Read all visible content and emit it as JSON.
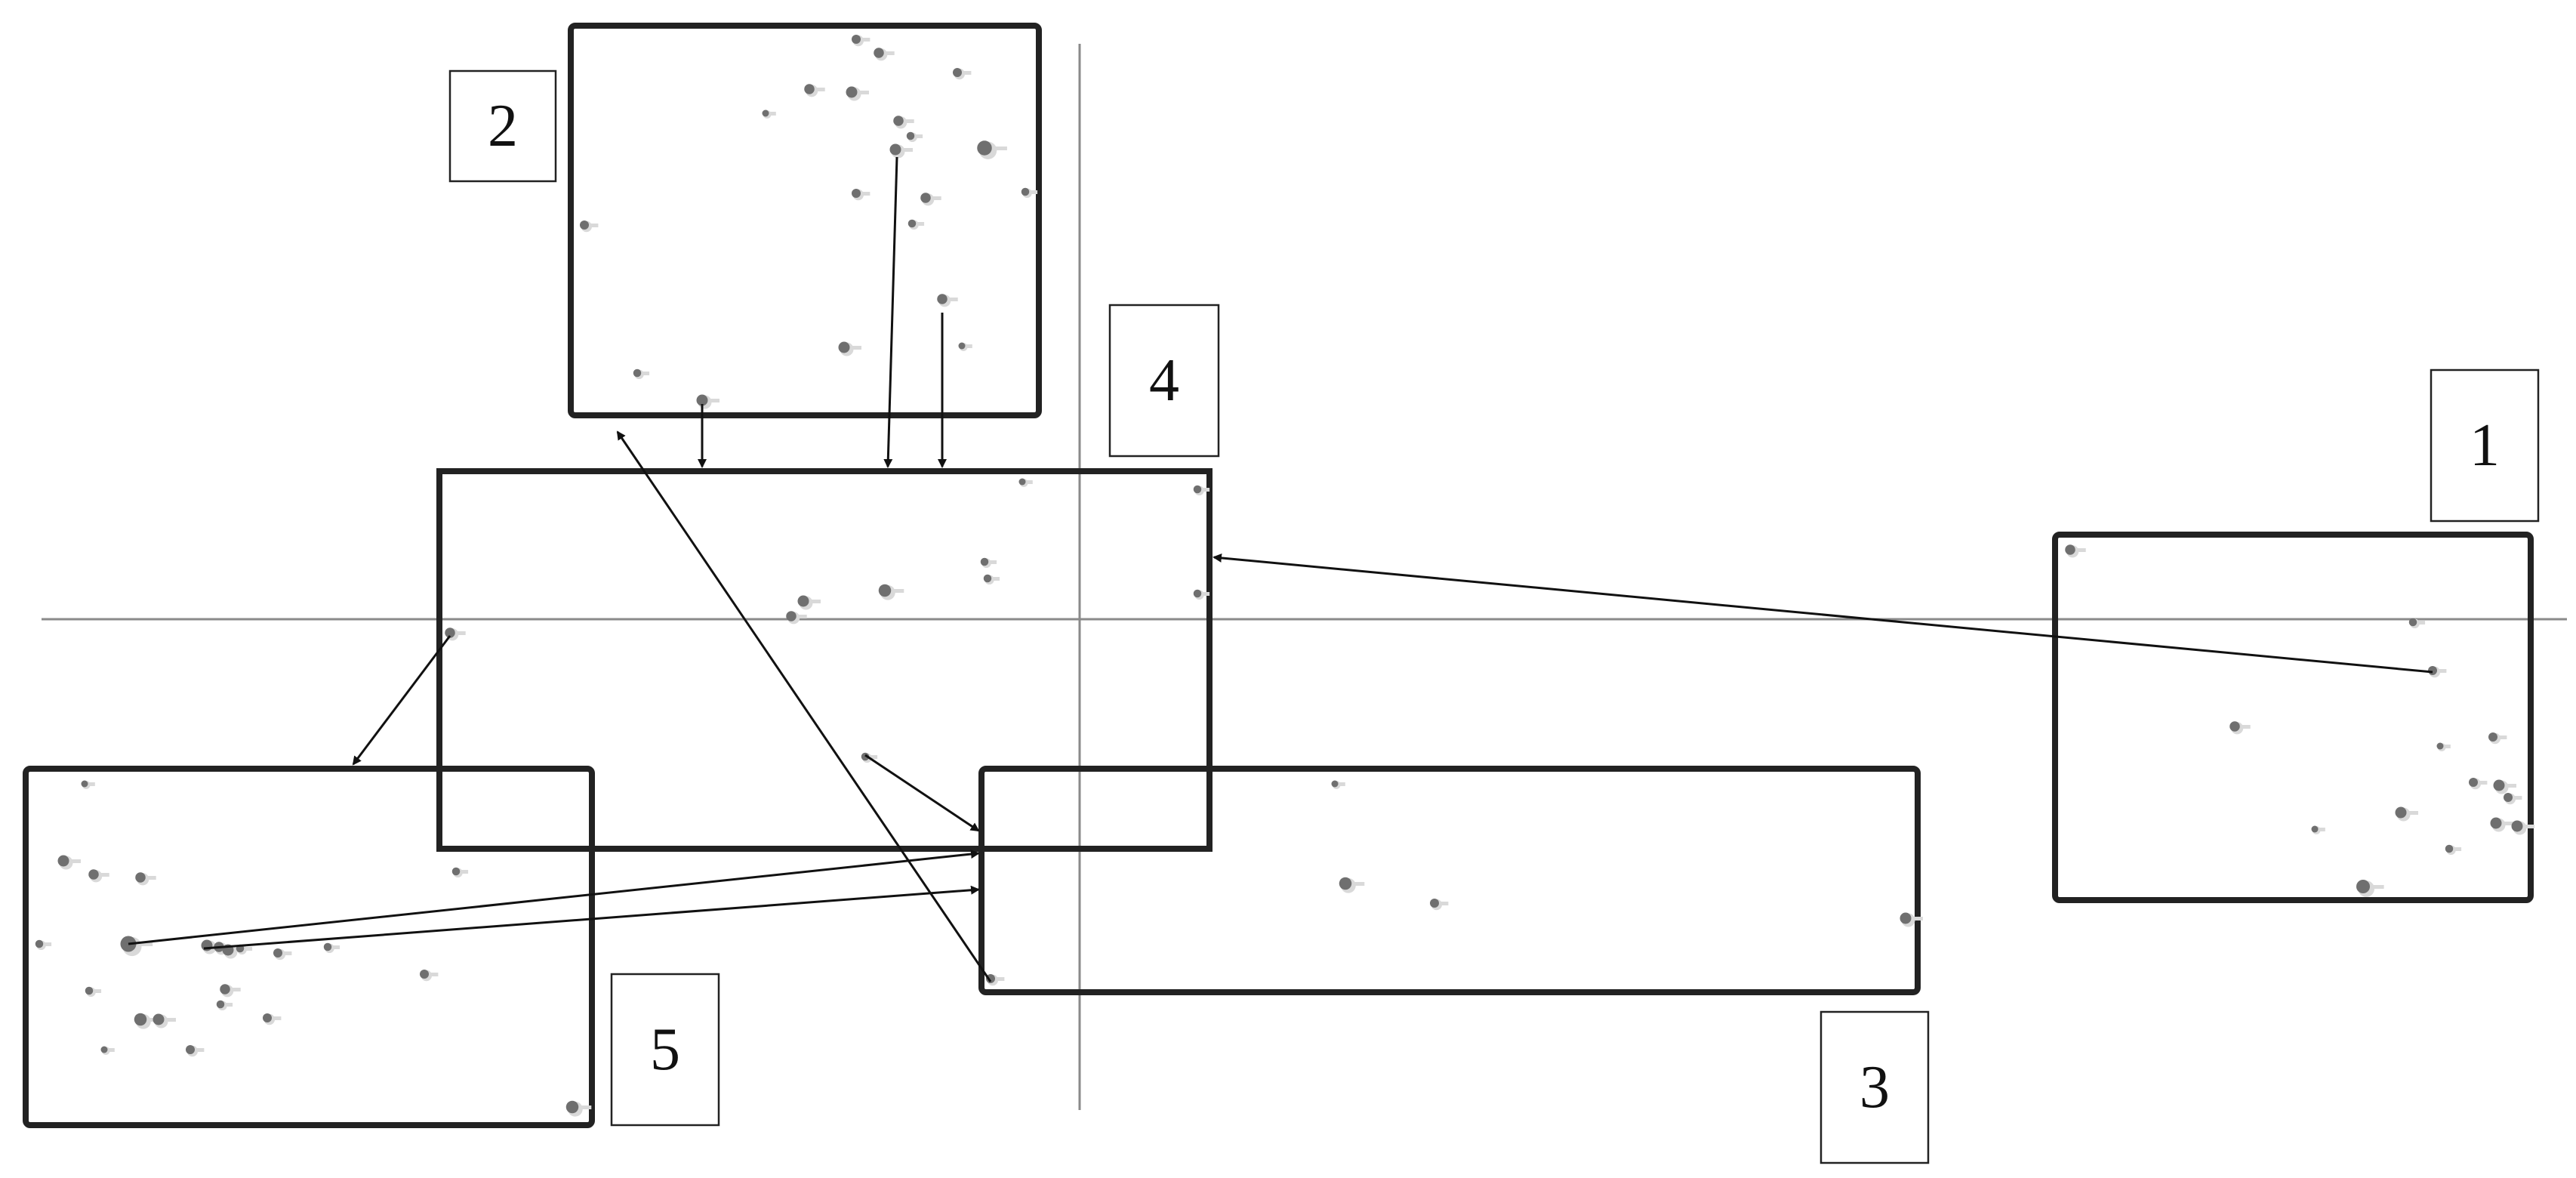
{
  "diagram": {
    "type": "cluster-migration-diagram",
    "clusters": [
      {
        "id": "1",
        "label": "1"
      },
      {
        "id": "2",
        "label": "2"
      },
      {
        "id": "3",
        "label": "3"
      },
      {
        "id": "4",
        "label": "4"
      },
      {
        "id": "5",
        "label": "5"
      }
    ],
    "arrows": [
      {
        "from": "1",
        "to": "4"
      },
      {
        "from": "2",
        "to": "4"
      },
      {
        "from": "2",
        "to": "4"
      },
      {
        "from": "2",
        "to": "4"
      },
      {
        "from": "3",
        "to": "2"
      },
      {
        "from": "4",
        "to": "5"
      },
      {
        "from": "4",
        "to": "3"
      },
      {
        "from": "5",
        "to": "3"
      },
      {
        "from": "5",
        "to": "3"
      }
    ],
    "colors": {
      "box_stroke": "#222222",
      "axis": "#8a8a8a",
      "arrow": "#111111",
      "point": "#6f6f6f",
      "background": "#ffffff"
    }
  }
}
